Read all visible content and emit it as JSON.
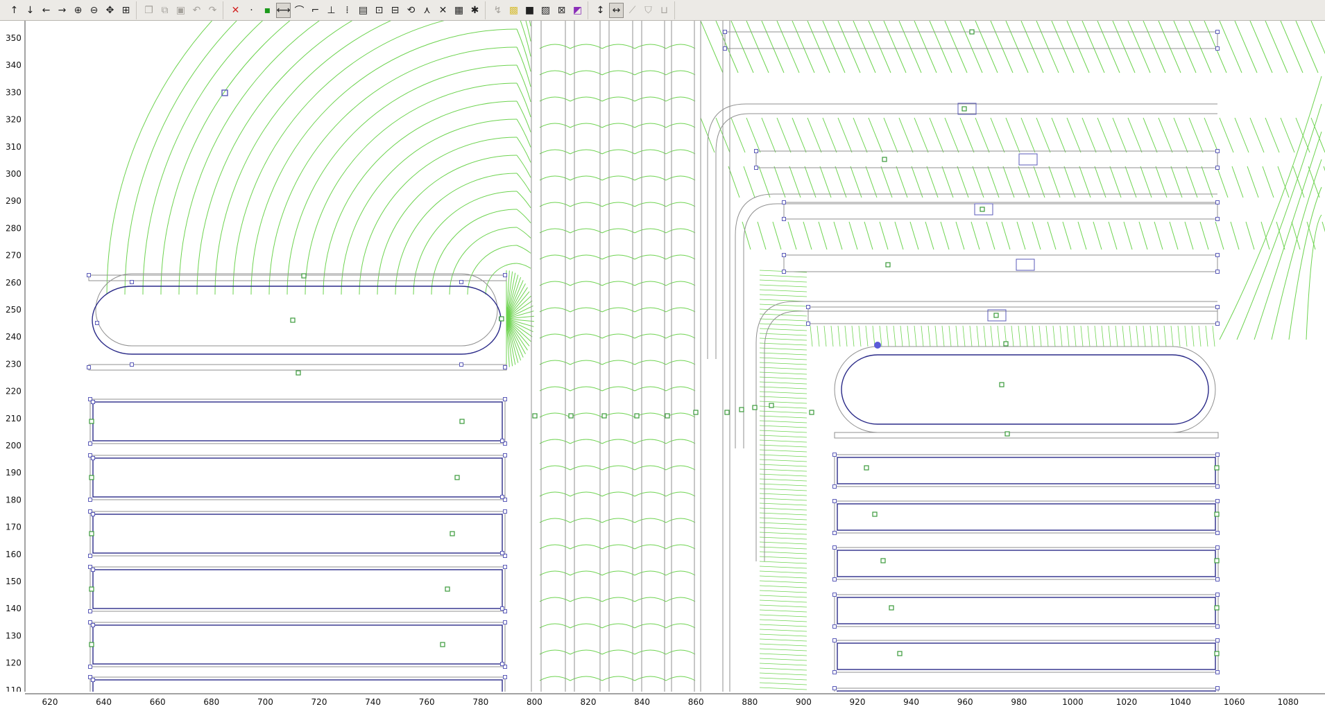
{
  "toolbar": {
    "groups": [
      [
        "arrow-up-icon",
        "arrow-down-icon",
        "arrow-left-icon",
        "arrow-right-icon",
        "zoom-in-icon",
        "zoom-out-icon",
        "pan-icon",
        "fit-view-icon"
      ],
      [
        "copy-icon",
        "duplicate-icon",
        "paste-icon",
        "undo-icon",
        "redo-icon"
      ],
      [
        "delete-icon",
        "point-icon",
        "node-icon",
        "line-icon",
        "arc-icon",
        "fillet-icon",
        "dimension-icon",
        "array-icon",
        "table-icon",
        "group-icon",
        "ungroup-icon",
        "rotate-icon",
        "trim-icon",
        "grid-icon",
        "erase-mesh-icon",
        "select-tool-icon"
      ],
      [
        "mirror-icon",
        "block-label-icon",
        "material-icon",
        "hatch-icon",
        "no-mesh-icon",
        "region-icon"
      ],
      [
        "vertical-arrow-icon",
        "horizontal-arrow-icon",
        "diagonal-icon",
        "shield-icon",
        "bracket-icon"
      ]
    ],
    "glyphs": {
      "arrow-up-icon": "↑",
      "arrow-down-icon": "↓",
      "arrow-left-icon": "←",
      "arrow-right-icon": "→",
      "zoom-in-icon": "⊕",
      "zoom-out-icon": "⊖",
      "pan-icon": "✥",
      "fit-view-icon": "⊞",
      "copy-icon": "❐",
      "duplicate-icon": "⧉",
      "paste-icon": "▣",
      "undo-icon": "↶",
      "redo-icon": "↷",
      "delete-icon": "✕",
      "point-icon": "·",
      "node-icon": "▪",
      "line-icon": "⟷",
      "arc-icon": "⌒",
      "fillet-icon": "⌐",
      "dimension-icon": "⊥",
      "array-icon": "⁞",
      "table-icon": "▤",
      "group-icon": "⊡",
      "ungroup-icon": "⊟",
      "rotate-icon": "⟲",
      "trim-icon": "⋏",
      "grid-icon": "✕",
      "erase-mesh-icon": "▦",
      "select-tool-icon": "✱",
      "mirror-icon": "↯",
      "block-label-icon": "▩",
      "material-icon": "■",
      "hatch-icon": "▨",
      "no-mesh-icon": "⊠",
      "region-icon": "◩",
      "vertical-arrow-icon": "↕",
      "horizontal-arrow-icon": "↔",
      "diagonal-icon": "⟋",
      "shield-icon": "⛉",
      "bracket-icon": "⊔"
    },
    "disabled": [
      "copy-icon",
      "duplicate-icon",
      "paste-icon",
      "undo-icon",
      "redo-icon",
      "mirror-icon",
      "diagonal-icon",
      "shield-icon",
      "bracket-icon"
    ],
    "active": [
      "line-icon",
      "horizontal-arrow-icon"
    ],
    "colors": {
      "delete-icon": "#d22020",
      "node-icon": "#1b9a1b",
      "block-label-icon": "#d8c040",
      "no-mesh-icon": "#303030",
      "region-icon": "#8a2eb8"
    }
  },
  "axes": {
    "x_ticks": [
      "620",
      "640",
      "660",
      "680",
      "700",
      "720",
      "740",
      "760",
      "780",
      "800",
      "820",
      "840",
      "860",
      "880",
      "900",
      "920",
      "940",
      "960",
      "980",
      "1000",
      "1020",
      "1040",
      "1060",
      "1080"
    ],
    "y_ticks": [
      "350",
      "340",
      "330",
      "320",
      "310",
      "300",
      "290",
      "280",
      "270",
      "260",
      "250",
      "240",
      "230",
      "220",
      "210",
      "200",
      "190",
      "180",
      "170",
      "160",
      "150",
      "140",
      "130",
      "120",
      "110"
    ]
  },
  "colors": {
    "geometry": "#8f8f8f",
    "flux_lines": "#6dd34f",
    "block_labels": "#3a9a3a",
    "nodes": "#5a5ab8",
    "conductor": "#2a2a88",
    "selection": "#5a5ad8"
  }
}
